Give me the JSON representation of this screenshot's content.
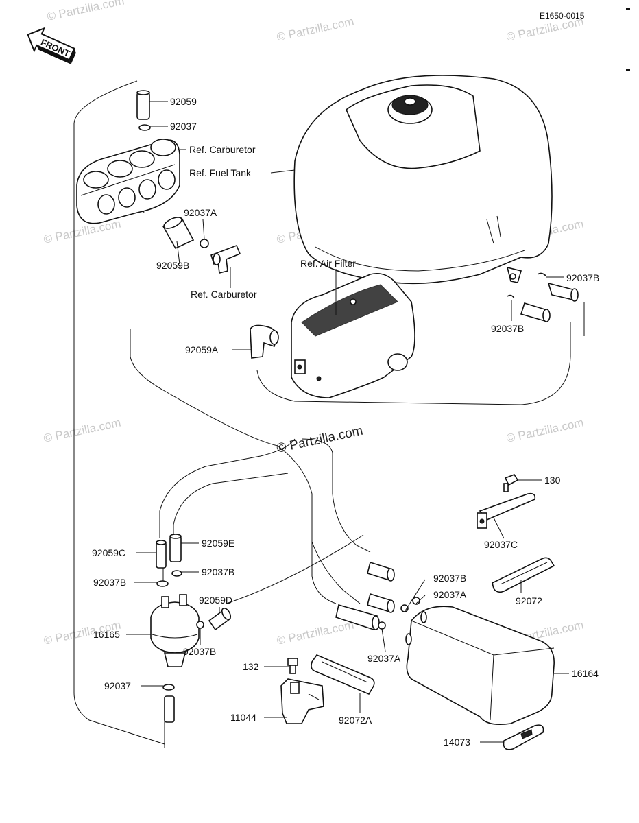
{
  "diagram_code": "E1650-0015",
  "front_label": "FRONT",
  "watermark_text": "© Partzilla.com",
  "labels": {
    "p92059_top": "92059",
    "p92037_top": "92037",
    "ref_carb_top": "Ref. Carburetor",
    "ref_fuel_tank": "Ref. Fuel Tank",
    "p92037A_top": "92037A",
    "p92059B": "92059B",
    "ref_carb_mid": "Ref. Carburetor",
    "ref_air_filter": "Ref. Air Filter",
    "p92059A": "92059A",
    "p92037B_right1": "92037B",
    "p92037B_right2": "92037B",
    "p130": "130",
    "p92037C": "92037C",
    "p92059C": "92059C",
    "p92059E": "92059E",
    "p92037B_left": "92037B",
    "p92037B_mid": "92037B",
    "p92059D": "92059D",
    "p92037B_lowmid": "92037B",
    "p92037A_mid": "92037A",
    "p92072": "92072",
    "p16165": "16165",
    "p92037B_low": "92037B",
    "p132": "132",
    "p92037A_low": "92037A",
    "p16164": "16164",
    "p92037_low": "92037",
    "p11044": "11044",
    "p92072A": "92072A",
    "p14073": "14073"
  }
}
